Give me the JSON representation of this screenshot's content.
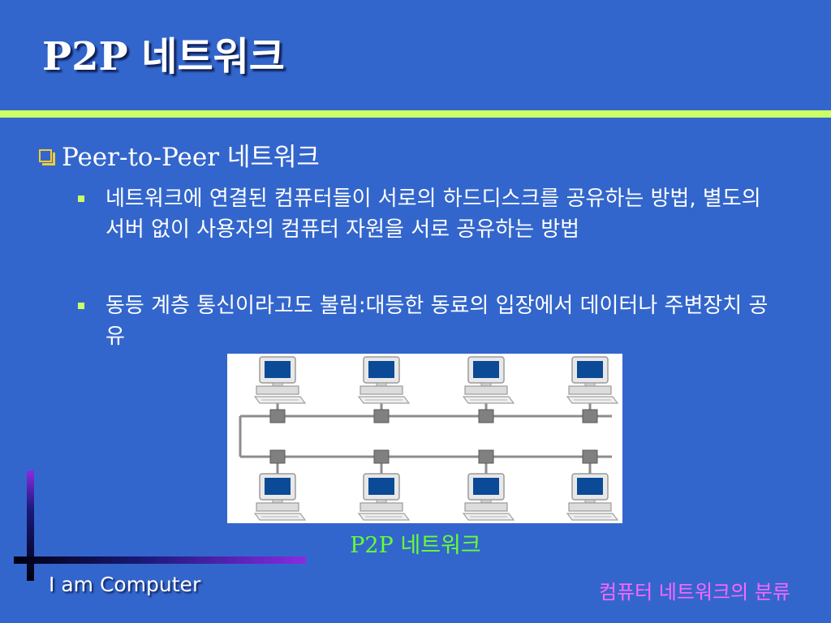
{
  "title": "P2P 네트워크",
  "main_bullet": {
    "icon": "checkbox-square-icon",
    "text": "Peer-to-Peer 네트워크"
  },
  "sub_bullets": [
    "네트워크에 연결된 컴퓨터들이 서로의 하드디스크를 공유하는 방법, 별도의 서버 없이 사용자의 컴퓨터 자원을 서로 공유하는 방법",
    "동등 계층 통신이라고도 불림:대등한 동료의 입장에서 데이터나 주변장치 공유"
  ],
  "diagram": {
    "top_computers": 4,
    "bottom_computers": 4,
    "bus_lines": 2
  },
  "caption": "P2P 네트워크",
  "footer": {
    "left": "I am Computer",
    "right": "컴퓨터 네트워크의 분류"
  },
  "colors": {
    "background": "#3366cc",
    "title_rule": "#ccff66",
    "bullet_icon": "#f2cc33",
    "caption": "#66ff33",
    "footer_right": "#ff66ff"
  }
}
